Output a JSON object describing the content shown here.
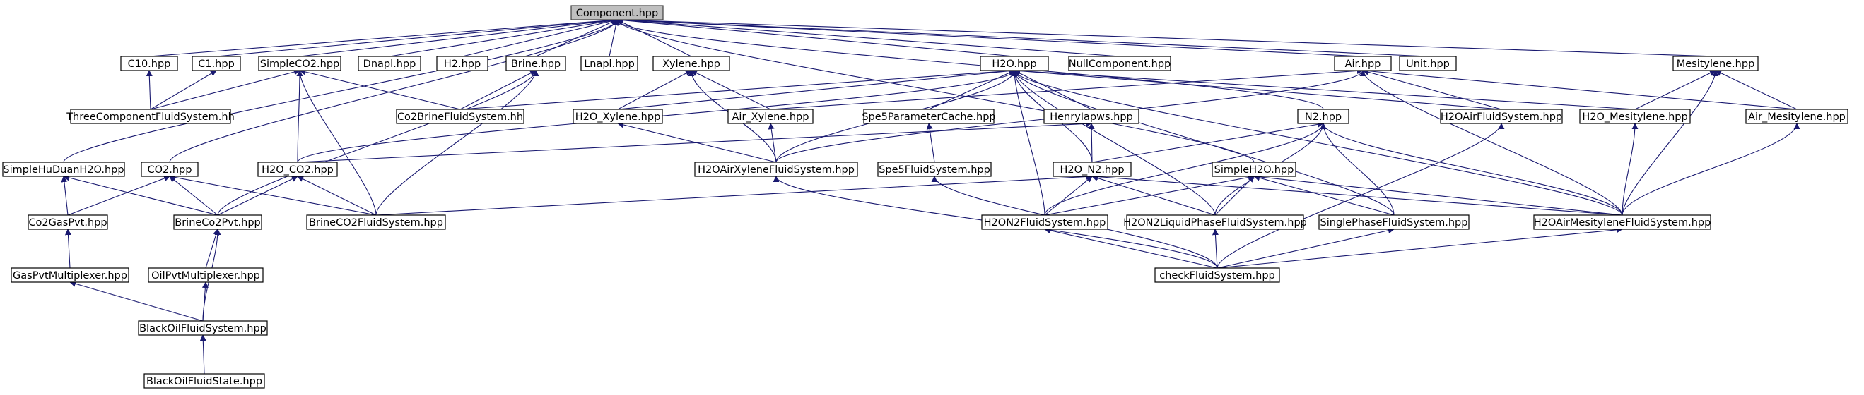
{
  "root": "Component.hpp",
  "nodes": [
    {
      "id": "component",
      "label": "Component.hpp",
      "root": true
    },
    {
      "id": "c10",
      "label": "C10.hpp"
    },
    {
      "id": "c1",
      "label": "C1.hpp"
    },
    {
      "id": "simpleco2",
      "label": "SimpleCO2.hpp"
    },
    {
      "id": "dnapl",
      "label": "Dnapl.hpp"
    },
    {
      "id": "h2",
      "label": "H2.hpp"
    },
    {
      "id": "brine",
      "label": "Brine.hpp"
    },
    {
      "id": "lnapl",
      "label": "Lnapl.hpp"
    },
    {
      "id": "xylene",
      "label": "Xylene.hpp"
    },
    {
      "id": "h2o",
      "label": "H2O.hpp"
    },
    {
      "id": "nullcomp",
      "label": "NullComponent.hpp"
    },
    {
      "id": "air",
      "label": "Air.hpp"
    },
    {
      "id": "unit",
      "label": "Unit.hpp"
    },
    {
      "id": "mesitylene",
      "label": "Mesitylene.hpp"
    },
    {
      "id": "threecomp",
      "label": "ThreeComponentFluidSystem.hh"
    },
    {
      "id": "co2brine",
      "label": "Co2BrineFluidSystem.hh"
    },
    {
      "id": "h2oxylene",
      "label": "H2O_Xylene.hpp"
    },
    {
      "id": "airxylene",
      "label": "Air_Xylene.hpp"
    },
    {
      "id": "spe5cache",
      "label": "Spe5ParameterCache.hpp"
    },
    {
      "id": "henry",
      "label": "HenryIapws.hpp"
    },
    {
      "id": "n2",
      "label": "N2.hpp"
    },
    {
      "id": "h2oairfs",
      "label": "H2OAirFluidSystem.hpp"
    },
    {
      "id": "h2omesitylene",
      "label": "H2O_Mesitylene.hpp"
    },
    {
      "id": "airmesitylene",
      "label": "Air_Mesitylene.hpp"
    },
    {
      "id": "simplehuduan",
      "label": "SimpleHuDuanH2O.hpp"
    },
    {
      "id": "co2",
      "label": "CO2.hpp"
    },
    {
      "id": "h2oco2",
      "label": "H2O_CO2.hpp"
    },
    {
      "id": "h2oairxylenefs",
      "label": "H2OAirXyleneFluidSystem.hpp"
    },
    {
      "id": "spe5fs",
      "label": "Spe5FluidSystem.hpp"
    },
    {
      "id": "h2on2",
      "label": "H2O_N2.hpp"
    },
    {
      "id": "simpleh2o",
      "label": "SimpleH2O.hpp"
    },
    {
      "id": "co2gaspvt",
      "label": "Co2GasPvt.hpp"
    },
    {
      "id": "brineco2pvt",
      "label": "BrineCo2Pvt.hpp"
    },
    {
      "id": "brineco2fs",
      "label": "BrineCO2FluidSystem.hpp"
    },
    {
      "id": "h2on2fs",
      "label": "H2ON2FluidSystem.hpp"
    },
    {
      "id": "h2on2liqfs",
      "label": "H2ON2LiquidPhaseFluidSystem.hpp"
    },
    {
      "id": "singlephasefs",
      "label": "SinglePhaseFluidSystem.hpp"
    },
    {
      "id": "h2oairmesitylenefs",
      "label": "H2OAirMesityleneFluidSystem.hpp"
    },
    {
      "id": "gaspvtmux",
      "label": "GasPvtMultiplexer.hpp"
    },
    {
      "id": "oilpvtmux",
      "label": "OilPvtMultiplexer.hpp"
    },
    {
      "id": "checkfs",
      "label": "checkFluidSystem.hpp"
    },
    {
      "id": "blackoilfs",
      "label": "BlackOilFluidSystem.hpp"
    },
    {
      "id": "blackoilstate",
      "label": "BlackOilFluidState.hpp"
    }
  ],
  "edges": [
    [
      "c10",
      "component"
    ],
    [
      "c1",
      "component"
    ],
    [
      "simpleco2",
      "component"
    ],
    [
      "dnapl",
      "component"
    ],
    [
      "h2",
      "component"
    ],
    [
      "brine",
      "component"
    ],
    [
      "lnapl",
      "component"
    ],
    [
      "xylene",
      "component"
    ],
    [
      "h2o",
      "component"
    ],
    [
      "nullcomp",
      "component"
    ],
    [
      "air",
      "component"
    ],
    [
      "unit",
      "component"
    ],
    [
      "mesitylene",
      "component"
    ],
    [
      "simplehuduan",
      "component"
    ],
    [
      "co2",
      "component"
    ],
    [
      "n2",
      "component"
    ],
    [
      "simpleh2o",
      "component"
    ],
    [
      "threecomp",
      "c10"
    ],
    [
      "threecomp",
      "c1"
    ],
    [
      "threecomp",
      "simpleco2"
    ],
    [
      "co2brine",
      "simpleco2"
    ],
    [
      "co2brine",
      "brine"
    ],
    [
      "co2brine",
      "h2o"
    ],
    [
      "h2oco2",
      "simpleco2"
    ],
    [
      "brineco2fs",
      "simpleco2"
    ],
    [
      "brineco2fs",
      "brine"
    ],
    [
      "brineco2pvt",
      "brine"
    ],
    [
      "h2oxylene",
      "xylene"
    ],
    [
      "airxylene",
      "xylene"
    ],
    [
      "h2oairxylenefs",
      "xylene"
    ],
    [
      "h2oxylene",
      "h2o"
    ],
    [
      "airxylene",
      "air"
    ],
    [
      "spe5cache",
      "h2o"
    ],
    [
      "henry",
      "h2o"
    ],
    [
      "h2on2",
      "h2o"
    ],
    [
      "h2oairfs",
      "h2o"
    ],
    [
      "h2omesitylene",
      "h2o"
    ],
    [
      "h2oco2",
      "h2o"
    ],
    [
      "h2oairxylenefs",
      "h2o"
    ],
    [
      "h2on2fs",
      "h2o"
    ],
    [
      "h2on2liqfs",
      "h2o"
    ],
    [
      "singlephasefs",
      "h2o"
    ],
    [
      "h2oairmesitylenefs",
      "h2o"
    ],
    [
      "h2oairfs",
      "air"
    ],
    [
      "airmesitylene",
      "air"
    ],
    [
      "h2oairxylenefs",
      "air"
    ],
    [
      "h2oairmesitylenefs",
      "air"
    ],
    [
      "h2omesitylene",
      "mesitylene"
    ],
    [
      "airmesitylene",
      "mesitylene"
    ],
    [
      "h2oairmesitylenefs",
      "mesitylene"
    ],
    [
      "h2on2",
      "henry"
    ],
    [
      "h2oco2",
      "henry"
    ],
    [
      "h2on2",
      "n2"
    ],
    [
      "h2on2fs",
      "n2"
    ],
    [
      "h2on2liqfs",
      "n2"
    ],
    [
      "singlephasefs",
      "n2"
    ],
    [
      "h2oairmesitylenefs",
      "n2"
    ],
    [
      "h2oairxylenefs",
      "h2oxylene"
    ],
    [
      "h2oairxylenefs",
      "airxylene"
    ],
    [
      "spe5fs",
      "spe5cache"
    ],
    [
      "checkfs",
      "spe5fs"
    ],
    [
      "h2oairmesitylenefs",
      "h2omesitylene"
    ],
    [
      "h2oairmesitylenefs",
      "airmesitylene"
    ],
    [
      "checkfs",
      "h2oairfs"
    ],
    [
      "checkfs",
      "h2oairxylenefs"
    ],
    [
      "co2gaspvt",
      "simplehuduan"
    ],
    [
      "brineco2pvt",
      "simplehuduan"
    ],
    [
      "co2gaspvt",
      "co2"
    ],
    [
      "brineco2pvt",
      "co2"
    ],
    [
      "brineco2fs",
      "co2"
    ],
    [
      "brineco2pvt",
      "h2oco2"
    ],
    [
      "brineco2fs",
      "h2oco2"
    ],
    [
      "brineco2fs",
      "h2on2"
    ],
    [
      "h2on2fs",
      "h2on2"
    ],
    [
      "h2on2liqfs",
      "h2on2"
    ],
    [
      "h2oairmesitylenefs",
      "h2on2"
    ],
    [
      "h2on2fs",
      "simpleh2o"
    ],
    [
      "h2on2liqfs",
      "simpleh2o"
    ],
    [
      "singlephasefs",
      "simpleh2o"
    ],
    [
      "h2oairmesitylenefs",
      "simpleh2o"
    ],
    [
      "checkfs",
      "h2on2fs"
    ],
    [
      "checkfs",
      "h2on2liqfs"
    ],
    [
      "checkfs",
      "singlephasefs"
    ],
    [
      "checkfs",
      "h2oairmesitylenefs"
    ],
    [
      "gaspvtmux",
      "co2gaspvt"
    ],
    [
      "oilpvtmux",
      "brineco2pvt"
    ],
    [
      "blackoilfs",
      "brineco2pvt"
    ],
    [
      "blackoilfs",
      "gaspvtmux"
    ],
    [
      "blackoilfs",
      "oilpvtmux"
    ],
    [
      "blackoilstate",
      "blackoilfs"
    ]
  ],
  "colors": {
    "edge": "#191970",
    "root_fill": "#bfbfbf",
    "node_stroke": "#000000"
  }
}
